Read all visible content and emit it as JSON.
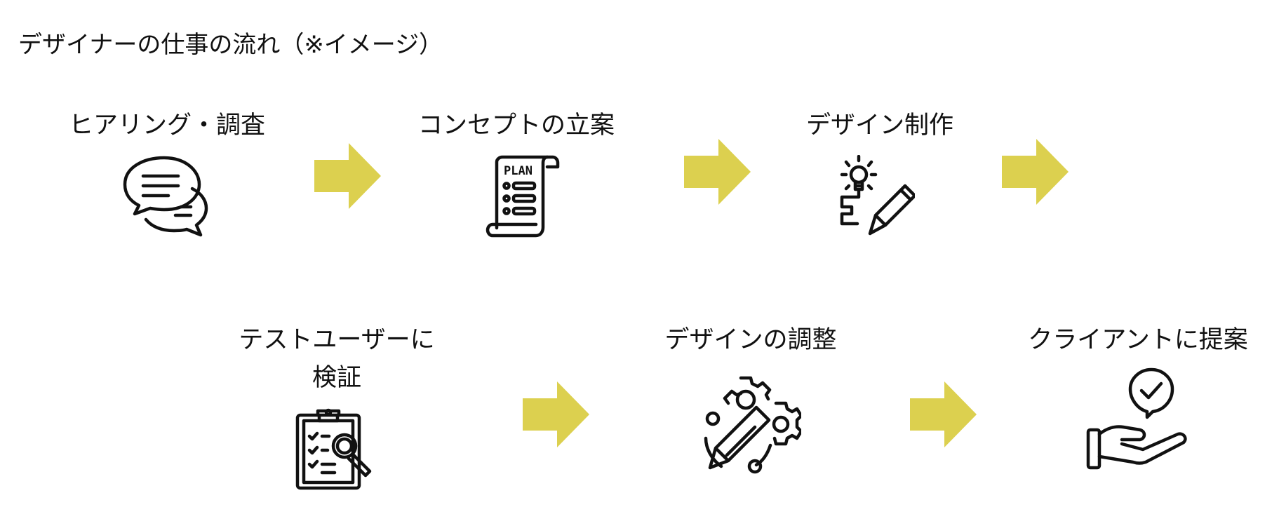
{
  "title": "デザイナーの仕事の流れ（※イメージ）",
  "arrow_color": "#dcd04f",
  "steps": [
    {
      "label": "ヒアリング・調査",
      "icon": "chat-bubbles-icon"
    },
    {
      "label": "コンセプトの立案",
      "icon": "plan-scroll-icon",
      "icon_text": "PLAN"
    },
    {
      "label": "デザイン制作",
      "icon": "lightbulb-pencil-icon"
    },
    {
      "label_line1": "テストユーザーに",
      "label_line2": "検証",
      "icon": "clipboard-magnifier-icon"
    },
    {
      "label": "デザインの調整",
      "icon": "gears-pencil-icon"
    },
    {
      "label": "クライアントに提案",
      "icon": "hand-check-icon"
    }
  ]
}
